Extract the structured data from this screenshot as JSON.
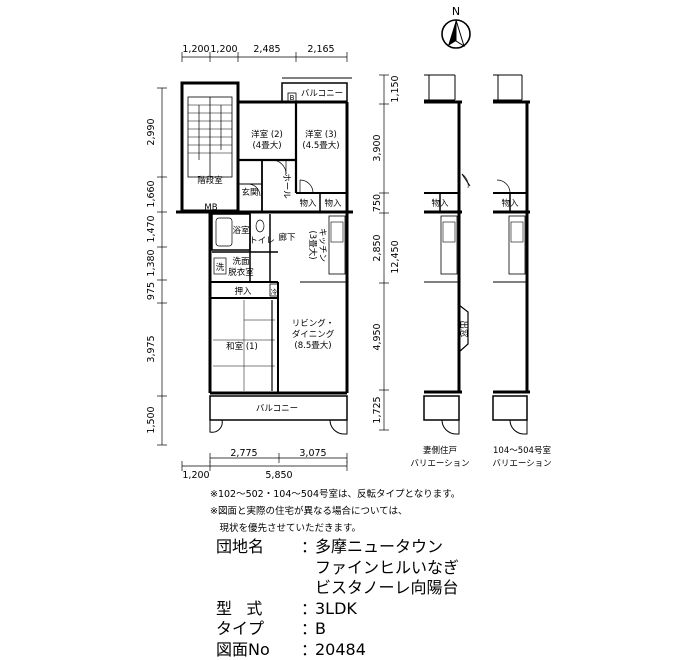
{
  "compass": {
    "label": "N"
  },
  "dimensions": {
    "top": [
      "1,200",
      "1,200",
      "2,485",
      "2,165"
    ],
    "left": [
      "2,990",
      "1,660",
      "1,470",
      "1,380",
      "975",
      "3,975",
      "1,500"
    ],
    "right": [
      "1,150",
      "3,900",
      "750",
      "2,850",
      "4,950",
      "1,725"
    ],
    "right_total": "12,450",
    "bottom_row1": [
      "2,775",
      "3,075"
    ],
    "bottom_row2": [
      "1,200",
      "5,850"
    ]
  },
  "rooms": {
    "stair": "階段室",
    "mb": "MB",
    "genkan": "玄関",
    "hall": "ホール",
    "western2_name": "洋室 (2)",
    "western2_size": "(4畳大)",
    "western3_name": "洋室 (3)",
    "western3_size": "(4.5畳大)",
    "balcony_top": "バルコニー",
    "b_mark": "B",
    "oshiire": "物入",
    "bath": "浴室",
    "toilet": "トイレ",
    "rouka": "廊下",
    "kitchen_a": "キッチン",
    "kitchen_b": "(3畳大)",
    "sen": "洗",
    "washroom_a": "洗面",
    "washroom_b": "脱衣室",
    "oshiire_big": "押入",
    "refrigerator": "冷",
    "washitsu": "和室 (1)",
    "living_a": "リビング・",
    "living_b": "ダイニング",
    "living_c": "(8.5畳大)",
    "balcony_bottom": "バルコニー"
  },
  "variations": {
    "a_oshiire": "物入",
    "a_window": "出窓",
    "a_caption1": "妻側住戸",
    "a_caption2": "バリエーション",
    "b_oshiire": "物入",
    "b_caption1": "104～504号室",
    "b_caption2": "バリエーション"
  },
  "notes": [
    "※102～502・104～504号室は、反転タイプとなります。",
    "※図面と実際の住宅が異なる場合については、",
    "　現状を優先させていただきます。"
  ],
  "info": [
    {
      "label": "団地名",
      "value": "多摩ニュータウン"
    },
    {
      "label": "",
      "value": "ファインヒルいなぎ"
    },
    {
      "label": "",
      "value": "ビスタノーレ向陽台"
    },
    {
      "label": "型式",
      "value": "3LDK"
    },
    {
      "label": "タイプ",
      "value": "B"
    },
    {
      "label": "図面No",
      "value": "20484"
    }
  ],
  "info_sep": "："
}
